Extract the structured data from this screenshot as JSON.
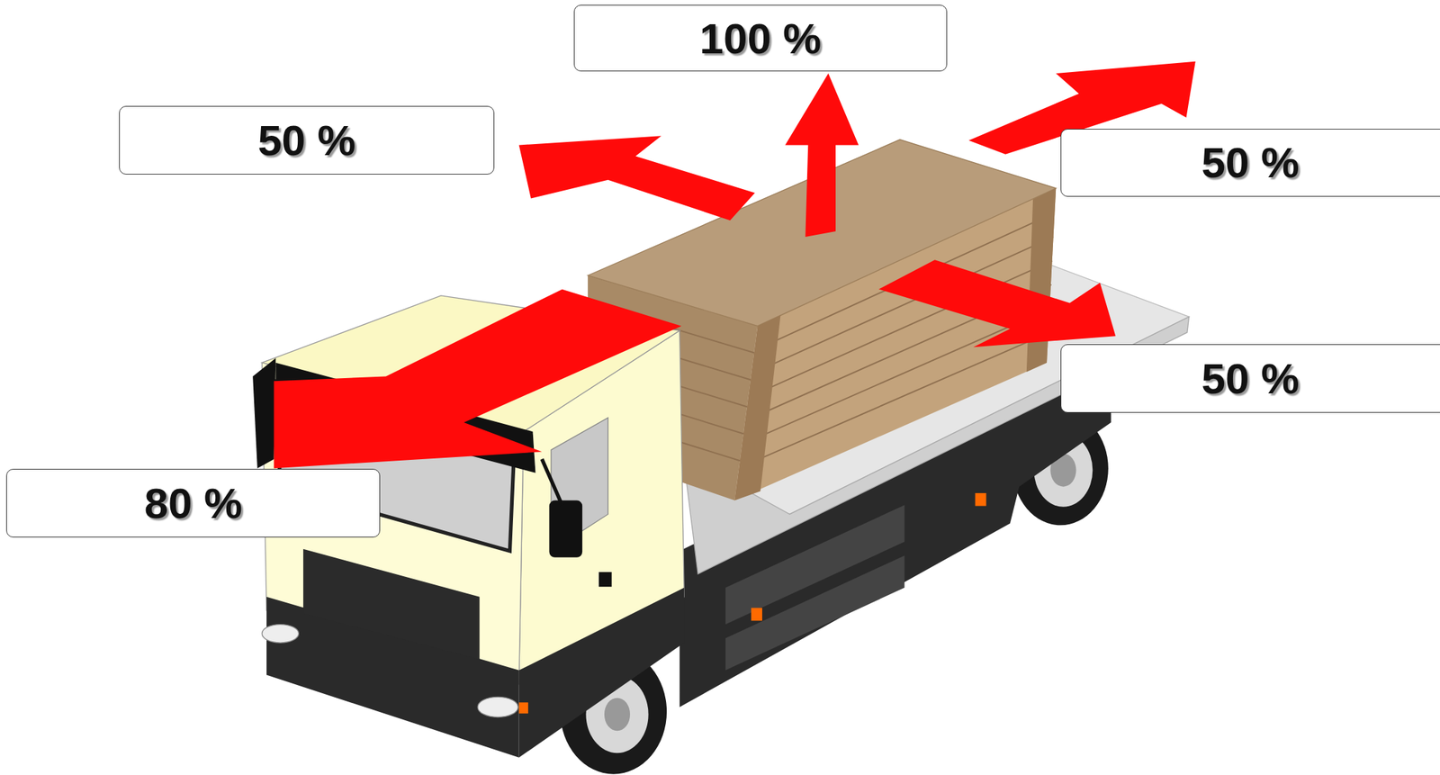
{
  "diagram": {
    "nodes": [
      {
        "text": [
          "100 %"
        ]
      },
      {
        "text": [
          "50 %"
        ]
      },
      {
        "text": [
          "50 %"
        ]
      },
      {
        "text": [
          "50 %"
        ]
      },
      {
        "text": [
          "80 %"
        ]
      }
    ]
  }
}
